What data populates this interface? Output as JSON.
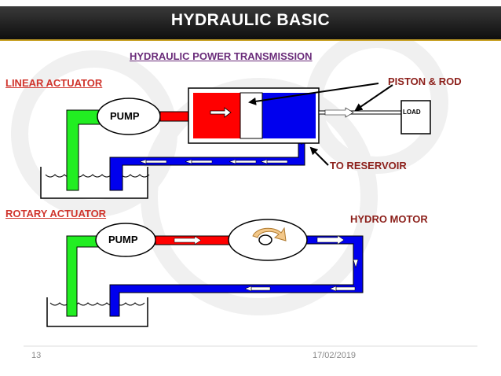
{
  "header": {
    "title": "HYDRAULIC BASIC"
  },
  "diagram": {
    "subtitle": "HYDRAULIC  POWER  TRANSMISSION",
    "linear_section": "LINEAR  ACTUATOR",
    "rotary_section": "ROTARY  ACTUATOR",
    "pump_label_1": "PUMP",
    "pump_label_2": "PUMP",
    "piston_label": "PISTON & ROD",
    "load_label": "LOAD",
    "reservoir_label": "TO RESERVOIR",
    "motor_label": "HYDRO MOTOR"
  },
  "footer": {
    "slide_number": "13",
    "date": "17/02/2019"
  },
  "colors": {
    "pressure_line": "#ff0000",
    "return_line": "#0000ee",
    "suction_line": "#22ee22",
    "title_bar": "#1a1a1a",
    "accent": "#c9a227"
  }
}
